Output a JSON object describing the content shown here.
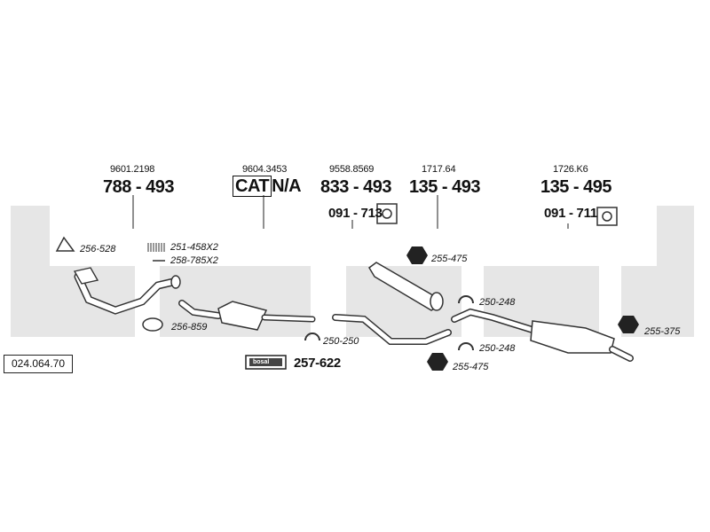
{
  "catalog_number": "024.064.70",
  "watermark": "bosal",
  "groups": [
    {
      "ref": "9601.2198",
      "part": "788 - 493"
    },
    {
      "ref": "9604.3453",
      "part_cat": "CAT",
      "part_rest": "N/A"
    },
    {
      "ref": "9558.8569",
      "part": "833 - 493",
      "sub_part": "091 - 713"
    },
    {
      "ref": "1717.64",
      "part": "135 - 493"
    },
    {
      "ref": "1726.K6",
      "part": "135 - 495",
      "sub_part": "091 - 711"
    }
  ],
  "labels": {
    "l_256_528": "256-528",
    "l_251_458": "251-458X2",
    "l_258_785": "258-785X2",
    "l_256_859": "256-859",
    "l_250_250": "250-250",
    "l_257_622": "257-622",
    "l_255_475_a": "255-475",
    "l_250_248_a": "250-248",
    "l_250_248_b": "250-248",
    "l_255_475_b": "255-475",
    "l_255_375": "255-375"
  },
  "box_badge": "bosal"
}
